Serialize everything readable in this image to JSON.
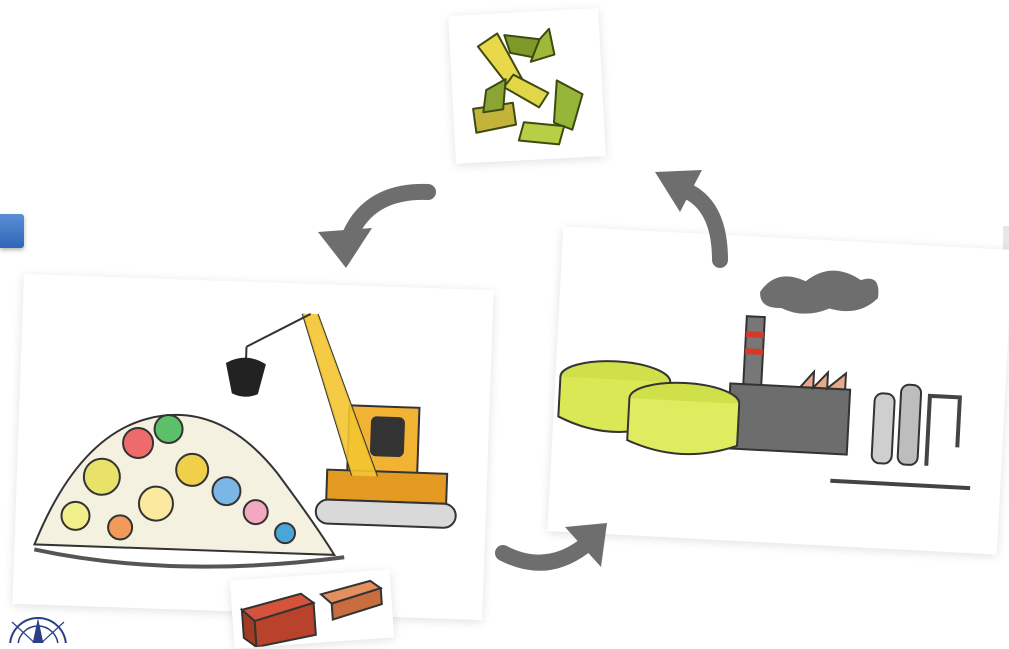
{
  "scene": {
    "background": "#ffffff",
    "elements": [
      {
        "name": "recycle-symbol-icon",
        "color": "#b7c83a"
      },
      {
        "name": "landfill-crane-illustration",
        "color": "#f2b233"
      },
      {
        "name": "biogas-plant-illustration",
        "color": "#d9e84a"
      },
      {
        "name": "bricks-illustration",
        "color": "#b8432a"
      },
      {
        "name": "cycle-arrow-icon",
        "color": "#6e6e6e"
      }
    ],
    "accent_blue": "#2f66b7"
  }
}
